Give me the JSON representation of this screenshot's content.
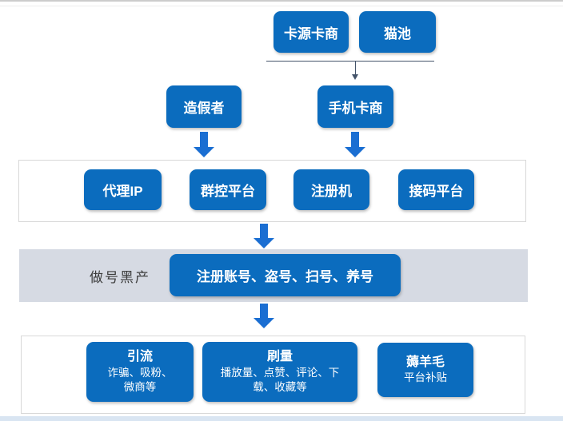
{
  "colors": {
    "node_blue": "#0b6cbe",
    "arrow_blue": "#1a6ed2",
    "connector_dark": "#44546a",
    "band_gray": "#d6dae3",
    "frame_border": "#d8d8d8",
    "node_text": "#ffffff",
    "band_label_text": "#3c3c3c",
    "bottom_strip": "#d9e5f2"
  },
  "diagram": {
    "top": {
      "card_source": "卡源卡商",
      "cat_pool": "猫池"
    },
    "mid": {
      "faker": "造假者",
      "phone_card": "手机卡商"
    },
    "tools": {
      "proxy_ip": "代理IP",
      "group_control": "群控平台",
      "register_machine": "注册机",
      "sms_platform": "接码平台"
    },
    "band": {
      "label": "做号黑产",
      "box": "注册账号、盗号、扫号、养号"
    },
    "bottom": {
      "traffic": {
        "title": "引流",
        "desc": "诈骗、吸粉、微商等"
      },
      "brushing": {
        "title": "刷量",
        "desc": "播放量、点赞、评论、下载、收藏等"
      },
      "wool": {
        "title": "薅羊毛",
        "desc": "平台补贴"
      }
    }
  }
}
